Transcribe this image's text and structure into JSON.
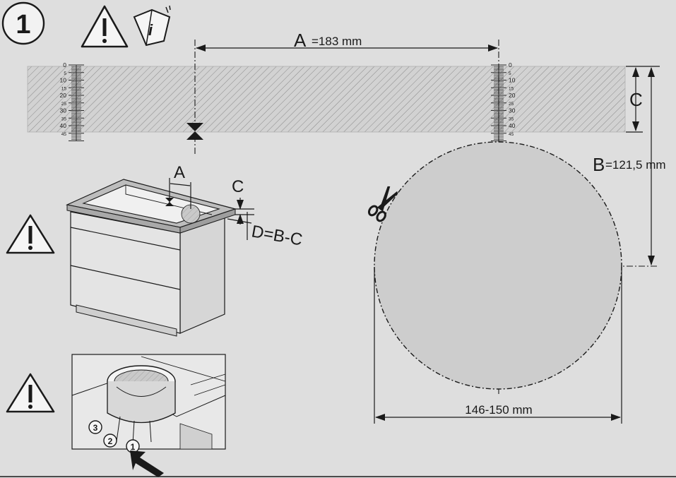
{
  "step_number": "1",
  "dimensions": {
    "a_letter": "A",
    "a_value": "=183 mm",
    "b_letter": "B",
    "b_value": "=121,5 mm",
    "c_letter": "C",
    "diameter": "146-150 mm"
  },
  "scale_ticks": [
    "0",
    "5",
    "10",
    "15",
    "20",
    "25",
    "30",
    "35",
    "40",
    "45"
  ],
  "cabinet": {
    "a_label": "A",
    "c_label": "C",
    "d_formula": "D=B-C"
  },
  "detail_markers": [
    "1",
    "2",
    "3"
  ],
  "icons": [
    "warning-icon",
    "info-manual-icon",
    "scissors-icon",
    "arrow-icon"
  ],
  "colors": {
    "background": "#dedede",
    "line": "#1a1a1a",
    "cutout_fill": "#cbcbcb",
    "strip_fill": "#d0d0d0"
  }
}
